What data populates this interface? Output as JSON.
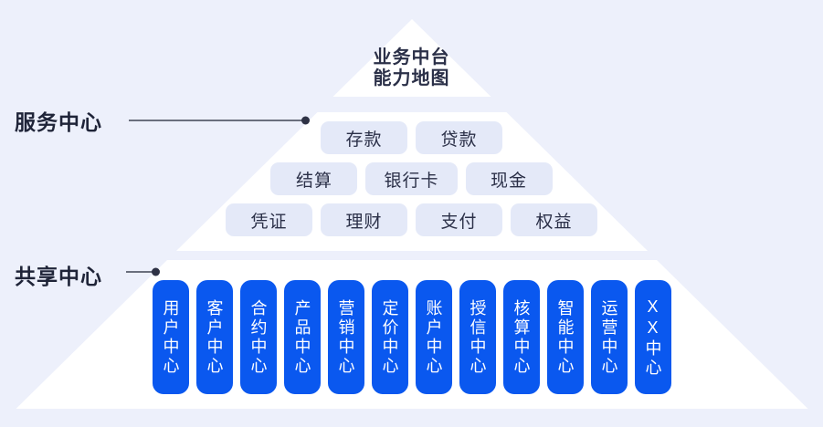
{
  "title": "业务中台\n能力地图",
  "labels": {
    "service": "服务中心",
    "shared": "共享中心"
  },
  "service_rows": {
    "row1": [
      "存款",
      "贷款"
    ],
    "row2": [
      "结算",
      "银行卡",
      "现金"
    ],
    "row3": [
      "凭证",
      "理财",
      "支付",
      "权益"
    ]
  },
  "shared_centers": [
    "用户中心",
    "客户中心",
    "合约中心",
    "产品中心",
    "营销中心",
    "定价中心",
    "账户中心",
    "授信中心",
    "核算中心",
    "智能中心",
    "运营中心",
    "XX中心"
  ],
  "colors": {
    "background": "#edf0fb",
    "pyramid": "#ffffff",
    "tag_background": "#e4e9f8",
    "accent_blue": "#0a58ef",
    "text_dark": "#2b3048",
    "connector_gray": "#6a6f7d"
  }
}
